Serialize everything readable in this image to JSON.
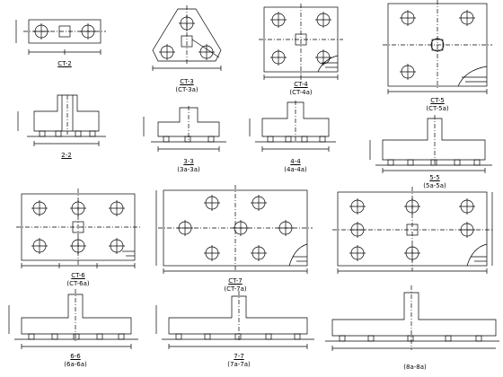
{
  "drawing": {
    "plans": {
      "ct2": {
        "label": "CT-2"
      },
      "ct3": {
        "label": "CT-3",
        "sub": "(CT-3a)"
      },
      "ct4": {
        "label": "CT-4",
        "sub": "(CT-4a)"
      },
      "ct5": {
        "label": "CT-5",
        "sub": "(CT-5a)"
      },
      "ct6": {
        "label": "CT-6",
        "sub": "(CT-6a)"
      },
      "ct7": {
        "label": "CT-7",
        "sub": "(CT-7a)"
      }
    },
    "sections": {
      "s2": {
        "label": "2-2"
      },
      "s3": {
        "label": "3-3",
        "sub": "(3a-3a)"
      },
      "s4": {
        "label": "4-4",
        "sub": "(4a-4a)"
      },
      "s5": {
        "label": "5-5",
        "sub": "(5a-5a)"
      },
      "s6": {
        "label": "6-6",
        "sub": "(6a-6a)"
      },
      "s7": {
        "label": "7-7",
        "sub": "(7a-7a)"
      },
      "s8": {
        "sub": "(8a-8a)"
      }
    }
  }
}
